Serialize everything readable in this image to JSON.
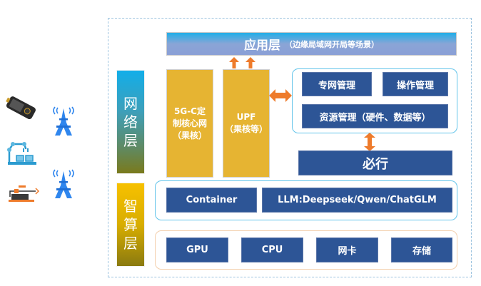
{
  "app_layer": {
    "title": "应用层",
    "subtitle": "（边缘局域网开局等场景）"
  },
  "network_layer": {
    "label_chars": [
      "网",
      "络",
      "层"
    ],
    "core_network": {
      "lines": [
        "5G-C定",
        "制核心网",
        "（果核）"
      ]
    },
    "upf": {
      "lines": [
        "UPF",
        "（果核等）"
      ]
    },
    "management": {
      "private_network": "专网管理",
      "operations": "操作管理",
      "resources": "资源管理（硬件、数据等）"
    },
    "bixing": "必行"
  },
  "compute_layer": {
    "label_chars": [
      "智",
      "算",
      "层"
    ],
    "software": {
      "container": "Container",
      "llm": "LLM:Deepseek/Qwen/ChatGLM"
    },
    "hardware": [
      "GPU",
      "CPU",
      "网卡",
      "存储"
    ]
  },
  "devices": [
    "handheld-terminal",
    "robot-arm",
    "industrial-equipment"
  ],
  "colors": {
    "box_blue": "#2d5596",
    "gold": "#e6b432",
    "arrow_orange": "#ee7b2b",
    "panel_border_blue": "#62c4ea",
    "panel_border_orange": "#f3cfac",
    "tower_blue": "#2f86ee"
  }
}
